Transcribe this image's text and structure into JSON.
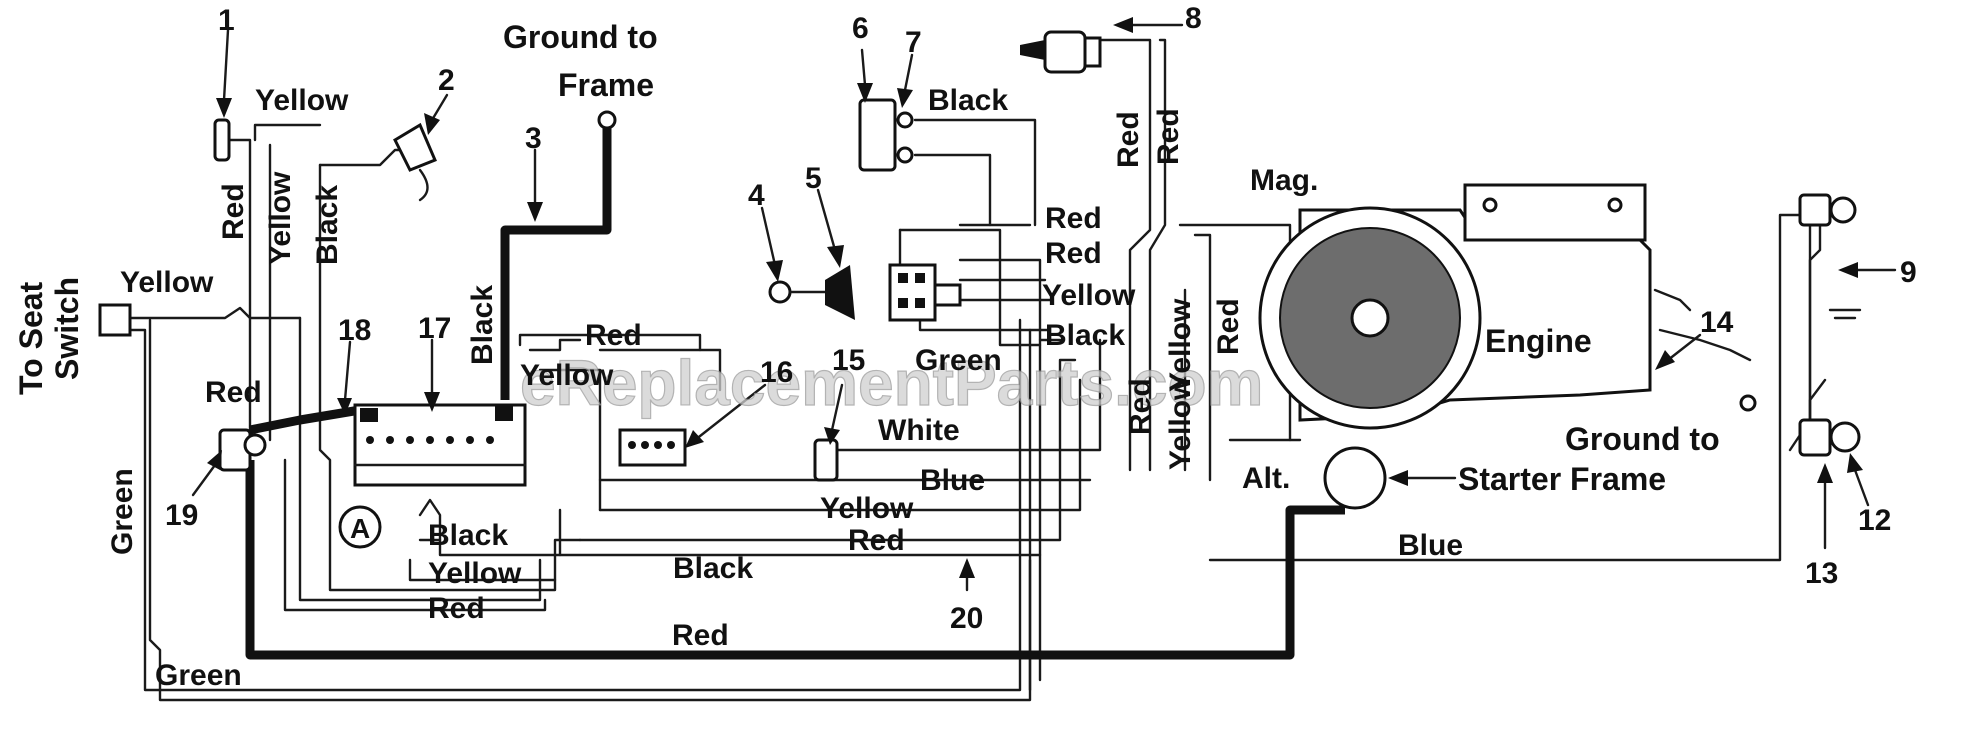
{
  "labels": {
    "ground_to_frame_top": [
      "Ground to",
      "Frame"
    ],
    "to_seat_switch": [
      "To Seat",
      "Switch"
    ],
    "mag": "Mag.",
    "engine": "Engine",
    "alt": "Alt.",
    "starter_frame": "Starter Frame",
    "ground_to_right": "Ground to",
    "circle_a": "A"
  },
  "callouts": [
    "1",
    "2",
    "3",
    "4",
    "5",
    "6",
    "7",
    "8",
    "9",
    "12",
    "13",
    "14",
    "15",
    "16",
    "17",
    "18",
    "19",
    "20"
  ],
  "wire_labels": {
    "yellow_1": "Yellow",
    "red_1": "Red",
    "yellow_2": "Yellow",
    "black_1": "Black",
    "yellow_seat": "Yellow",
    "black_batt": "Black",
    "red_19": "Red",
    "green_left": "Green",
    "black_top7": "Black",
    "red_8a": "Red",
    "red_8b": "Red",
    "red_m1": "Red",
    "red_m2": "Red",
    "yellow_m": "Yellow",
    "black_m": "Black",
    "green_m": "Green",
    "red_top16": "Red",
    "yellow_16": "Yellow",
    "white": "White",
    "blue_m": "Blue",
    "yellow_low": "Yellow",
    "red_low": "Red",
    "black_low": "Black",
    "black_a": "Black",
    "yellow_a": "Yellow",
    "red_a": "Red",
    "red_bottom": "Red",
    "green_bottom": "Green",
    "blue_right": "Blue",
    "red_v1": "Red",
    "yellow_v": "Yellow",
    "red_v2": "Red",
    "yellow_v2": "Yellow"
  },
  "watermark": "eReplacementParts.com"
}
